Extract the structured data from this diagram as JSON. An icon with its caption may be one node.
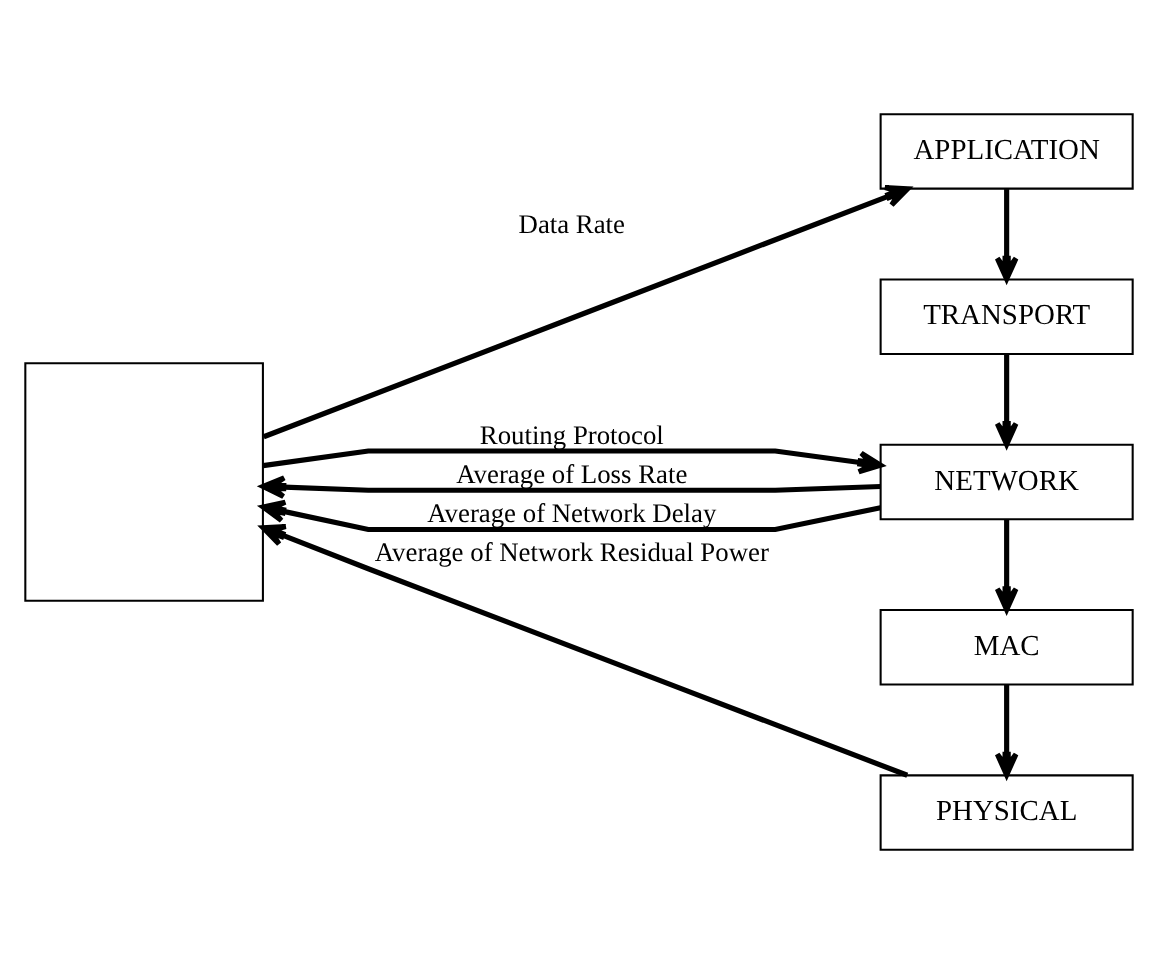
{
  "diagram": {
    "nodes": [
      {
        "text": [
          "APPLICATION"
        ]
      },
      {
        "text": [
          "TRANSPORT"
        ]
      },
      {
        "text": [
          "NETWORK"
        ]
      },
      {
        "text": [
          "MAC"
        ]
      },
      {
        "text": [
          "PHYSICAL"
        ]
      },
      {
        "text": [],
        "shape": "box"
      }
    ],
    "edges": [
      {
        "from": 5,
        "to": 2,
        "arrow": "to",
        "label": "Routing Protocol"
      },
      {
        "from": 5,
        "to": 0,
        "arrow": "to",
        "label": "Data Rate"
      },
      {
        "from": 0,
        "to": 1,
        "arrow": "to"
      },
      {
        "from": 1,
        "to": 2,
        "arrow": "to"
      },
      {
        "from": 2,
        "to": 5,
        "arrow": "to",
        "label": "Average of Loss Rate"
      },
      {
        "from": 2,
        "to": 5,
        "arrow": "to",
        "label": "Average of Network Delay"
      },
      {
        "from": 2,
        "to": 3,
        "arrow": "to"
      },
      {
        "from": 3,
        "to": 4,
        "arrow": "to"
      },
      {
        "from": 4,
        "to": 5,
        "arrow": "to",
        "label": "Average of Network Residual Power"
      }
    ]
  }
}
